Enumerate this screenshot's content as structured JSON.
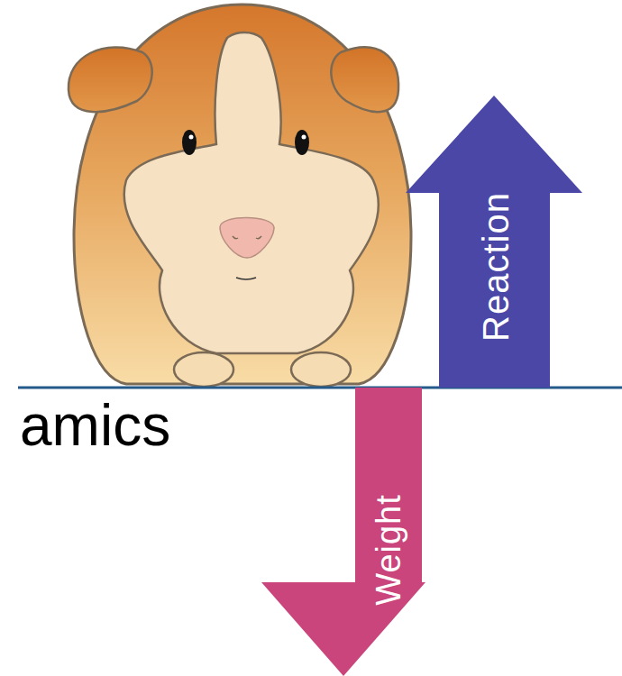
{
  "diagram": {
    "nodes": [
      {
        "text": [
          "Reaction"
        ]
      },
      {
        "text": [
          "Weight"
        ]
      }
    ],
    "labels": [
      "amics"
    ]
  }
}
